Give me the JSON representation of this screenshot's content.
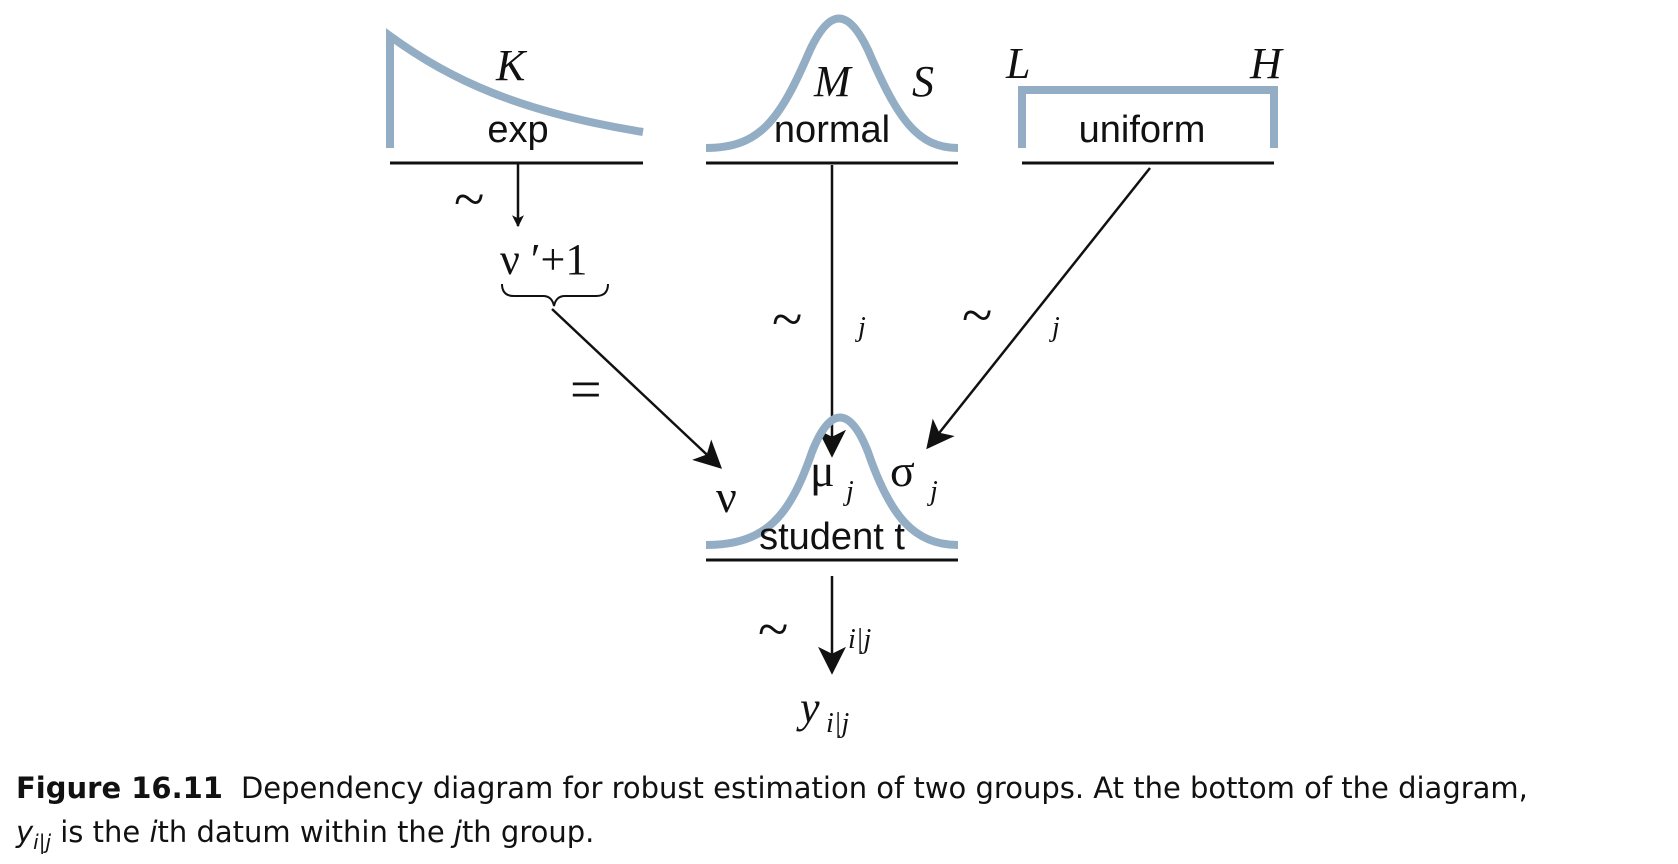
{
  "diagram": {
    "exp": {
      "name": "exp",
      "param": "K"
    },
    "normal": {
      "name": "normal",
      "param_mean": "M",
      "param_sd": "S"
    },
    "uniform": {
      "name": "uniform",
      "param_low": "L",
      "param_high": "H"
    },
    "student": {
      "name": "student t",
      "nu": "ν",
      "mu": "μ",
      "sigma": "σ",
      "j": "j"
    },
    "nu_prime_expr": "ν ′+1",
    "tilde": "~",
    "equals": "=",
    "j_label": "j",
    "ij_label": "i|j",
    "y_var": "y",
    "y_sub": "i|j"
  },
  "caption": {
    "label": "Figure 16.11",
    "text1": "Dependency diagram for robust estimation of two groups. At the bottom of the diagram,",
    "y": "y",
    "y_sub": "i|j",
    "text2": " is the ",
    "i": "i",
    "text3": "th datum within the ",
    "j": "j",
    "text4": "th group."
  }
}
